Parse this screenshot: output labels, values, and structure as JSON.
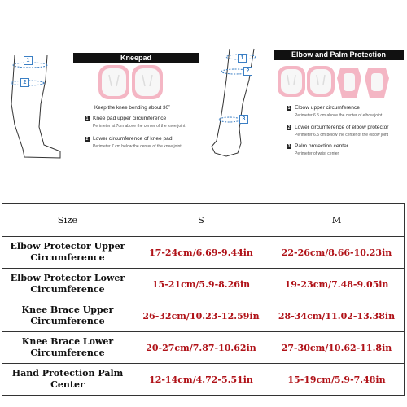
{
  "kneepad": {
    "heading": "Kneepad",
    "bend_note": "Keep the knee bending about 30˚",
    "callouts": [
      "1",
      "2"
    ],
    "items": [
      {
        "number": "1",
        "label": "Knee pad upper circumference",
        "detail": "Perimeter at 7cm above the center of the knee joint"
      },
      {
        "number": "2",
        "label": "Lower circumference of knee pad",
        "detail": "Perimeter 7 cm below the center of the knee joint"
      }
    ]
  },
  "elbow": {
    "heading": "Elbow and Palm Protection",
    "callouts": [
      "1",
      "2",
      "3"
    ],
    "items": [
      {
        "number": "1",
        "label": "Elbow upper circumference",
        "detail": "Perimeter 6.5 cm above the center of elbow joint"
      },
      {
        "number": "2",
        "label": "Lower circumference of elbow protector",
        "detail": "Perimeter 6.5 cm below the center of the elbow joint"
      },
      {
        "number": "3",
        "label": "Palm protection center",
        "detail": "Perimeter of wrist center"
      }
    ]
  },
  "colors": {
    "pad_pink": "#f4b6c4",
    "pad_white": "#f7f7f7",
    "callout_blue": "#3b7fc4",
    "value_red": "#b01218"
  },
  "size_table": {
    "headers": [
      "Size",
      "S",
      "M"
    ],
    "rows": [
      {
        "label_line1": "Elbow Protector Upper",
        "label_line2": "Circumference",
        "s": "17-24cm/6.69-9.44in",
        "m": "22-26cm/8.66-10.23in"
      },
      {
        "label_line1": "Elbow Protector Lower",
        "label_line2": "Circumference",
        "s": "15-21cm/5.9-8.26in",
        "m": "19-23cm/7.48-9.05in"
      },
      {
        "label_line1": "Knee Brace Upper",
        "label_line2": "Circumference",
        "s": "26-32cm/10.23-12.59in",
        "m": "28-34cm/11.02-13.38in"
      },
      {
        "label_line1": "Knee Brace Lower",
        "label_line2": "Circumference",
        "s": "20-27cm/7.87-10.62in",
        "m": "27-30cm/10.62-11.8in"
      },
      {
        "label_line1": "Hand Protection Palm",
        "label_line2": "Center",
        "s": "12-14cm/4.72-5.51in",
        "m": "15-19cm/5.9-7.48in"
      }
    ]
  }
}
